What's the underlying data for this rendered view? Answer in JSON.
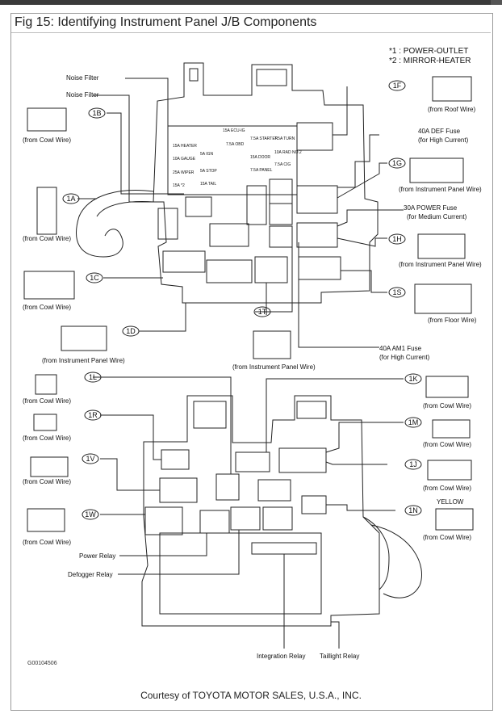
{
  "title": "Fig 15: Identifying Instrument Panel J/B Components",
  "legend": [
    "*1 : POWER-OUTLET",
    "*2 : MIRROR-HEATER"
  ],
  "upper_labels": {
    "noise_filter_1": "Noise Filter",
    "noise_filter_2": "Noise Filter",
    "def_fuse": "40A DEF Fuse",
    "def_fuse_sub": "(for High Current)",
    "power_fuse": "30A POWER Fuse",
    "power_fuse_sub": "(for Medium Current)",
    "am1_fuse": "40A AM1 Fuse",
    "am1_fuse_sub": "(for High Current)"
  },
  "connectors_upper": [
    {
      "id": "1B",
      "wire": "(from Cowl Wire)"
    },
    {
      "id": "1A",
      "wire": "(from Cowl Wire)"
    },
    {
      "id": "1C",
      "wire": "(from Cowl Wire)"
    },
    {
      "id": "1D",
      "wire": "(from Instrument Panel Wire)"
    },
    {
      "id": "1T",
      "wire": "(from Instrument Panel Wire)"
    },
    {
      "id": "1F",
      "wire": "(from Roof Wire)"
    },
    {
      "id": "1G",
      "wire": "(from Instrument Panel Wire)"
    },
    {
      "id": "1H",
      "wire": "(from Instrument Panel Wire)"
    },
    {
      "id": "1S",
      "wire": "(from Floor Wire)"
    }
  ],
  "connectors_lower": [
    {
      "id": "1L",
      "wire": "(from Cowl Wire)"
    },
    {
      "id": "1R",
      "wire": "(from Cowl Wire)"
    },
    {
      "id": "1V",
      "wire": "(from Cowl Wire)"
    },
    {
      "id": "1W",
      "wire": "(from Cowl Wire)"
    },
    {
      "id": "1K",
      "wire": "(from Cowl Wire)"
    },
    {
      "id": "1M",
      "wire": "(from Cowl Wire)"
    },
    {
      "id": "1J",
      "wire": "(from Cowl Wire)"
    },
    {
      "id": "1N",
      "wire": "(from Cowl Wire)"
    }
  ],
  "yellow": "YELLOW",
  "fuses": [
    [
      "15A ECU-IG",
      "7.5A STARTER",
      "7.5A TURN"
    ],
    [
      "15A HEATER",
      "7.5A OBD",
      "10A RAD NO.2"
    ],
    [
      "10A GAUGE",
      "5A IGN",
      "15A DOOR",
      "7.5A CIG"
    ],
    [
      "25A WIPER",
      "5A STOP",
      "7.5A PANEL"
    ],
    [
      "15A *2",
      "15A TAIL"
    ]
  ],
  "lower_labels": {
    "power_relay": "Power Relay",
    "defogger_relay": "Defogger Relay",
    "integration_relay": "Integration Relay",
    "taillight_relay": "Taillight Relay"
  },
  "code": "G00104506",
  "credit": "Courtesy of TOYOTA MOTOR SALES, U.S.A., INC."
}
